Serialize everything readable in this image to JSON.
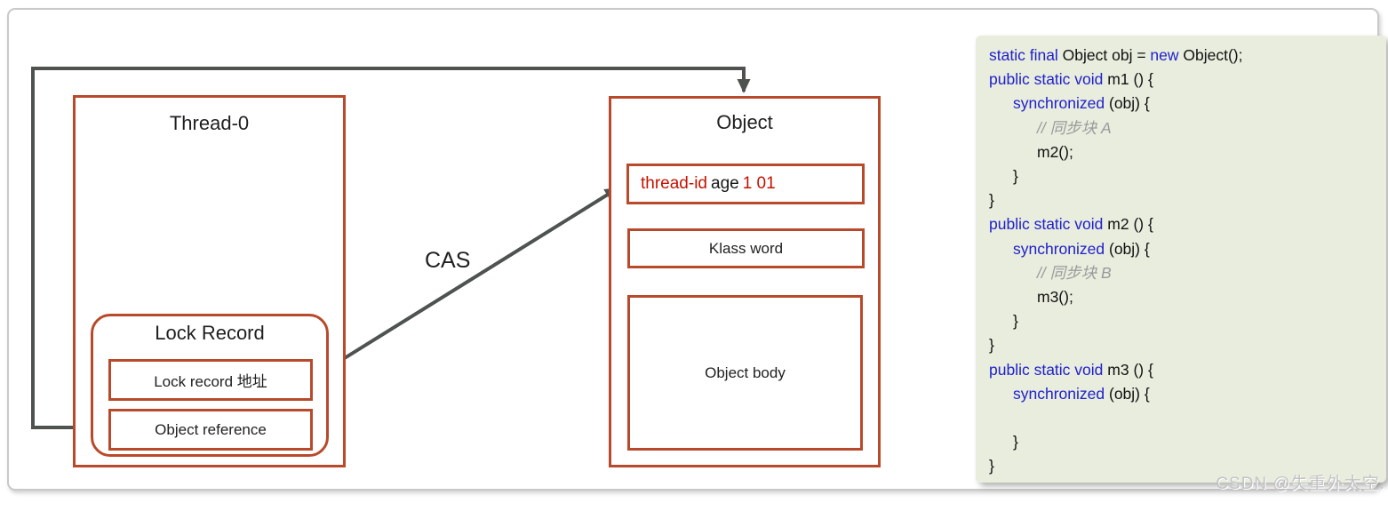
{
  "diagram": {
    "thread_box": {
      "title": "Thread-0"
    },
    "lock_record": {
      "title": "Lock Record",
      "slots": [
        {
          "label": "Lock record 地址"
        },
        {
          "label": "Object reference"
        }
      ]
    },
    "cas_label": "CAS",
    "object_box": {
      "title": "Object",
      "mark_word": {
        "thread_id": "thread-id",
        "age_label": "age",
        "bits": "1 01"
      },
      "klass_word_label": "Klass word",
      "object_body_label": "Object body"
    },
    "colors": {
      "box_border": "#b84a2b",
      "arrow": "#4e534f",
      "markword_highlight": "#c41200"
    }
  },
  "code_panel": {
    "background": "#e8edde",
    "keyword_color": "#2020cc",
    "comment_color": "#9a9a9a",
    "lines": [
      {
        "indent": 0,
        "segments": [
          {
            "cls": "kw",
            "text": "static final"
          },
          {
            "cls": "pl",
            "text": " Object obj = "
          },
          {
            "cls": "kw",
            "text": "new"
          },
          {
            "cls": "pl",
            "text": " Object();"
          }
        ]
      },
      {
        "indent": 0,
        "segments": [
          {
            "cls": "kw",
            "text": "public static void"
          },
          {
            "cls": "pl",
            "text": " m1 () {"
          }
        ]
      },
      {
        "indent": 1,
        "segments": [
          {
            "cls": "kw",
            "text": "synchronized"
          },
          {
            "cls": "pl",
            "text": " (obj) {"
          }
        ]
      },
      {
        "indent": 2,
        "segments": [
          {
            "cls": "cm",
            "text": "// 同步块 A"
          }
        ]
      },
      {
        "indent": 2,
        "segments": [
          {
            "cls": "pl",
            "text": "m2();"
          }
        ]
      },
      {
        "indent": 1,
        "segments": [
          {
            "cls": "pl",
            "text": "}"
          }
        ]
      },
      {
        "indent": 0,
        "segments": [
          {
            "cls": "pl",
            "text": "}"
          }
        ]
      },
      {
        "indent": 0,
        "segments": [
          {
            "cls": "kw",
            "text": "public static void"
          },
          {
            "cls": "pl",
            "text": " m2 () {"
          }
        ]
      },
      {
        "indent": 1,
        "segments": [
          {
            "cls": "kw",
            "text": "synchronized"
          },
          {
            "cls": "pl",
            "text": " (obj) {"
          }
        ]
      },
      {
        "indent": 2,
        "segments": [
          {
            "cls": "cm",
            "text": "// 同步块 B"
          }
        ]
      },
      {
        "indent": 2,
        "segments": [
          {
            "cls": "pl",
            "text": "m3();"
          }
        ]
      },
      {
        "indent": 1,
        "segments": [
          {
            "cls": "pl",
            "text": "}"
          }
        ]
      },
      {
        "indent": 0,
        "segments": [
          {
            "cls": "pl",
            "text": "}"
          }
        ]
      },
      {
        "indent": 0,
        "segments": [
          {
            "cls": "kw",
            "text": "public static void"
          },
          {
            "cls": "pl",
            "text": " m3 () {"
          }
        ]
      },
      {
        "indent": 1,
        "segments": [
          {
            "cls": "kw",
            "text": "synchronized"
          },
          {
            "cls": "pl",
            "text": " (obj) {"
          }
        ]
      },
      {
        "indent": 0,
        "segments": []
      },
      {
        "indent": 1,
        "segments": [
          {
            "cls": "pl",
            "text": "}"
          }
        ]
      },
      {
        "indent": 0,
        "segments": [
          {
            "cls": "pl",
            "text": "}"
          }
        ]
      }
    ]
  },
  "watermark": "CSDN @失重外太空."
}
